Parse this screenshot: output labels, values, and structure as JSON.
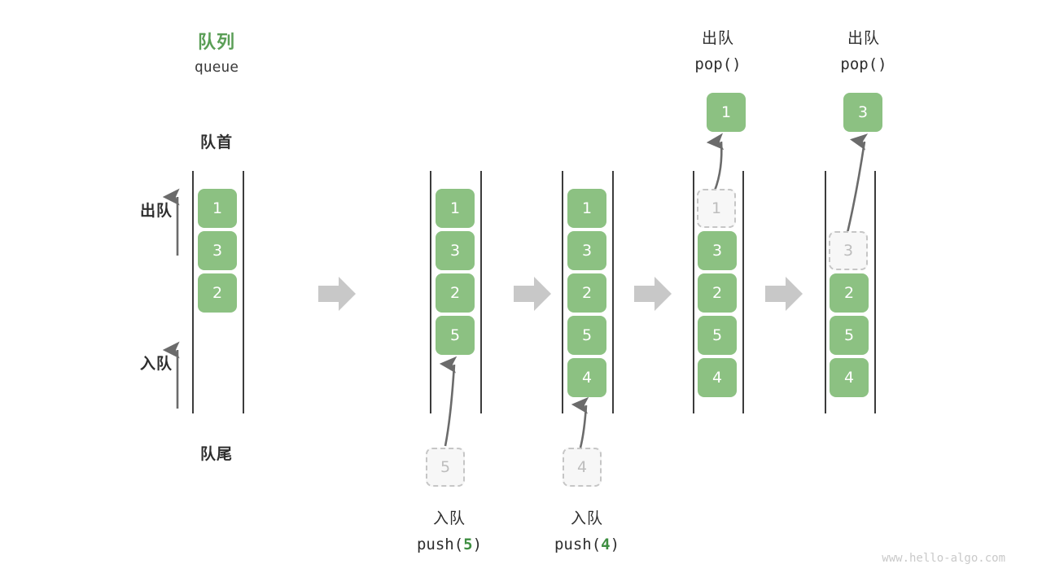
{
  "diagram": {
    "title_cn": "队列",
    "title_en": "queue",
    "head_label": "队首",
    "tail_label": "队尾",
    "dequeue_label": "出队",
    "enqueue_label": "入队",
    "watermark": "www.hello-algo.com",
    "colors": {
      "accent_green": "#5a9e56",
      "cell_green": "#8cc182",
      "ghost_fill": "#f7f7f7",
      "ghost_border": "#c6c6c6",
      "rail": "#3c3c3c",
      "arrow_gray": "#6b6b6b",
      "transition_arrow": "#c8c8c8",
      "text": "#2e2e2e",
      "watermark": "#c9c9c9"
    }
  },
  "stages": [
    {
      "id": "stage-initial",
      "top_label_cn": "",
      "top_label_code": "",
      "cells": [
        "1",
        "3",
        "2"
      ],
      "bottom_label_cn": "",
      "bottom_label_code": "",
      "bottom_code_arg": "",
      "ghost_bottom": "",
      "ghost_in_queue": "",
      "popped_value": ""
    },
    {
      "id": "stage-push-5",
      "top_label_cn": "",
      "top_label_code": "",
      "cells": [
        "1",
        "3",
        "2",
        "5"
      ],
      "bottom_label_cn": "入队",
      "bottom_label_code": "push(5)",
      "bottom_code_arg": "5",
      "ghost_bottom": "5",
      "ghost_in_queue": "",
      "popped_value": ""
    },
    {
      "id": "stage-push-4",
      "top_label_cn": "",
      "top_label_code": "",
      "cells": [
        "1",
        "3",
        "2",
        "5",
        "4"
      ],
      "bottom_label_cn": "入队",
      "bottom_label_code": "push(4)",
      "bottom_code_arg": "4",
      "ghost_bottom": "4",
      "ghost_in_queue": "",
      "popped_value": ""
    },
    {
      "id": "stage-pop-1",
      "top_label_cn": "出队",
      "top_label_code": "pop()",
      "cells": [
        "3",
        "2",
        "5",
        "4"
      ],
      "bottom_label_cn": "",
      "bottom_label_code": "",
      "bottom_code_arg": "",
      "ghost_bottom": "",
      "ghost_in_queue": "1",
      "popped_value": "1"
    },
    {
      "id": "stage-pop-3",
      "top_label_cn": "出队",
      "top_label_code": "pop()",
      "cells": [
        "2",
        "5",
        "4"
      ],
      "bottom_label_cn": "",
      "bottom_label_code": "",
      "bottom_code_arg": "",
      "ghost_bottom": "",
      "ghost_in_queue": "3",
      "popped_value": "3"
    }
  ],
  "transitions": [
    "arrow-right-1",
    "arrow-right-2",
    "arrow-right-3",
    "arrow-right-4"
  ]
}
